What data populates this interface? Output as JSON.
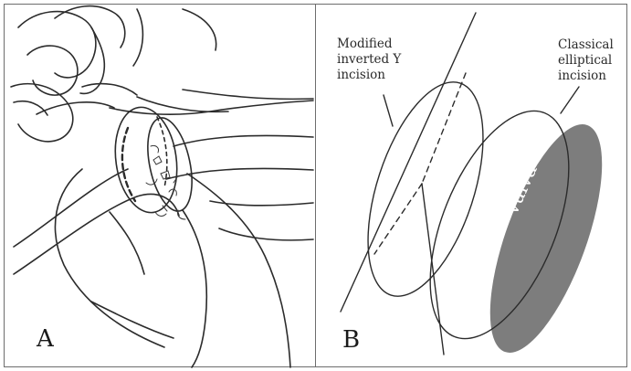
{
  "panels": {
    "a": {
      "letter": "A"
    },
    "b": {
      "letter": "B",
      "labels": {
        "modified_line1": "Modified",
        "modified_line2": "inverted Y",
        "modified_line3": "incision",
        "classical_line1": "Classical",
        "classical_line2": "elliptical",
        "classical_line3": "incision",
        "vulva": "vulva"
      }
    }
  },
  "colors": {
    "vulva_fill": "#7d7d7d",
    "line": "#2b2b2b",
    "border": "#6d6d6d"
  }
}
